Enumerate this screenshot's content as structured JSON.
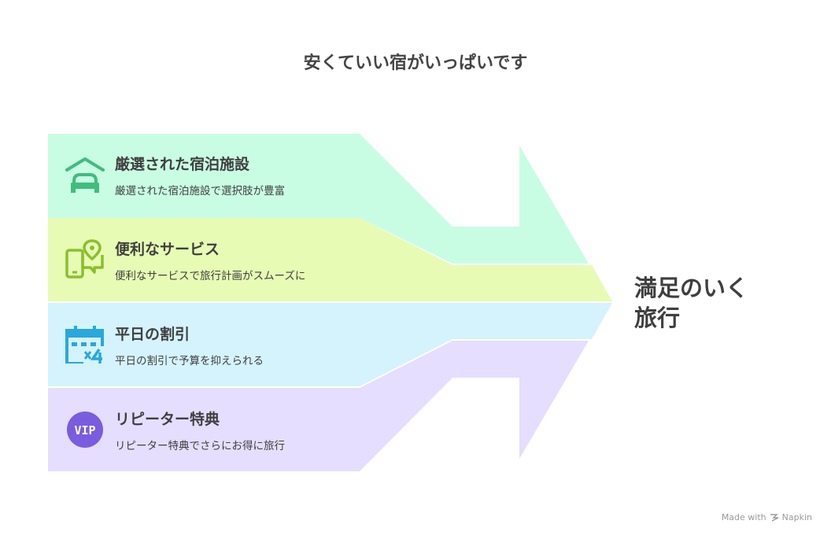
{
  "title": "安くていい宿がいっぱいです",
  "items": [
    {
      "heading": "厳選された宿泊施設",
      "description": "厳選された宿泊施設で選択肢が豊富",
      "icon": "house-bed-icon",
      "color": "#c8fde4",
      "icon_color": "#3fbd7e"
    },
    {
      "heading": "便利なサービス",
      "description": "便利なサービスで旅行計画がスムーズに",
      "icon": "phone-location-icon",
      "color": "#e7fbb4",
      "icon_color": "#8bbf2c"
    },
    {
      "heading": "平日の割引",
      "description": "平日の割引で予算を抑えられる",
      "icon": "calendar-discount-icon",
      "color": "#d4f3fd",
      "icon_color": "#29a8dc"
    },
    {
      "heading": "リピーター特典",
      "description": "リピーター特典でさらにお得に旅行",
      "icon": "vip-badge-icon",
      "color": "#e5defe",
      "icon_color": "#7a5ce0"
    }
  ],
  "result": {
    "line1": "満足のいく",
    "line2": "旅行"
  },
  "vip_text": "VIP",
  "footer": {
    "made_with": "Made with",
    "brand": "Napkin"
  }
}
